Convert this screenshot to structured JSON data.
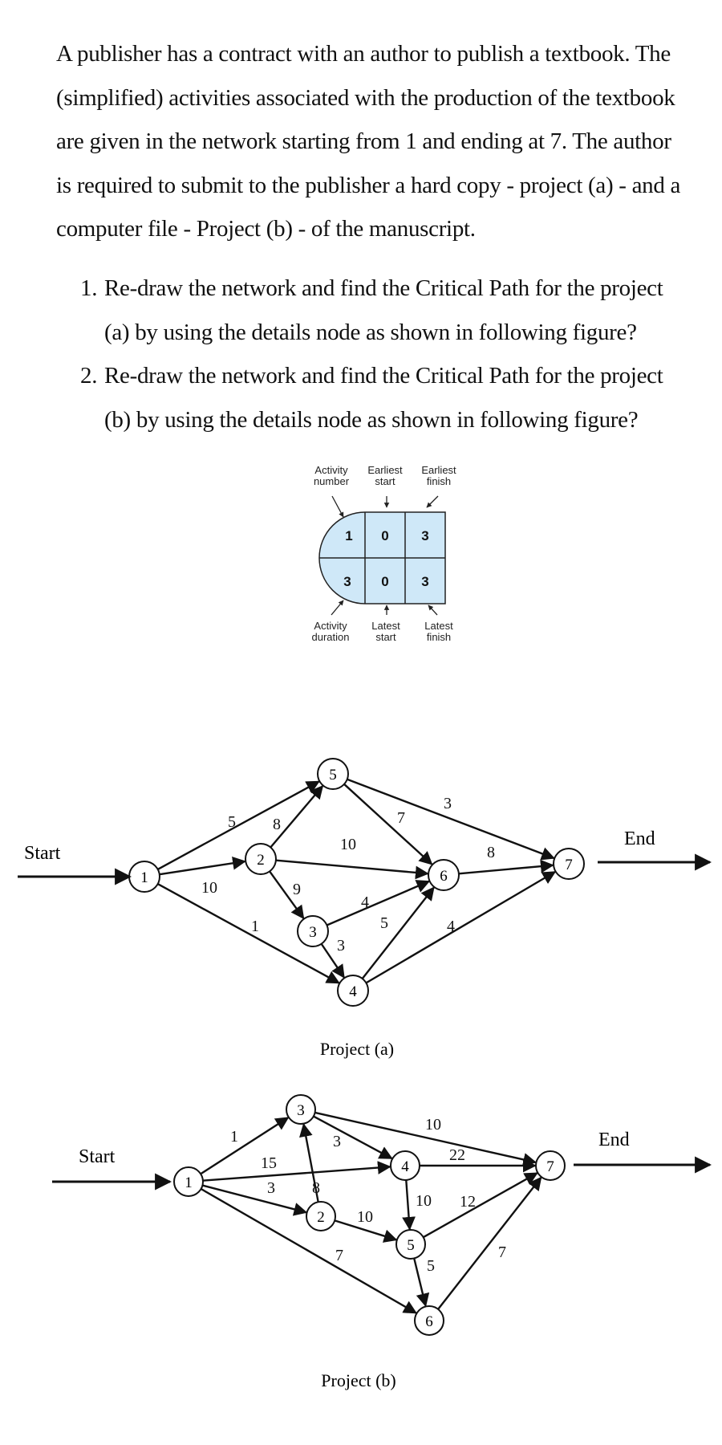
{
  "intro_text": "A publisher has a contract with an author to publish a textbook. The (simplified) activities associated with the production of the textbook are given in the network starting from 1 and ending at 7. The author is required to submit to the publisher a hard copy - project (a) - and a computer file - Project (b) - of the manuscript.",
  "questions": [
    {
      "number": "1.",
      "text": "Re-draw the network and find the Critical Path for the project (a) by using the details node as shown in following figure?"
    },
    {
      "number": "2.",
      "text": "Re-draw the network and find the Critical Path for the project (b) by using the details node as shown in following figure?"
    }
  ],
  "legend": {
    "top_labels": [
      {
        "line1": "Activity",
        "line2": "number"
      },
      {
        "line1": "Earliest",
        "line2": "start"
      },
      {
        "line1": "Earliest",
        "line2": "finish"
      }
    ],
    "bottom_labels": [
      {
        "line1": "Activity",
        "line2": "duration"
      },
      {
        "line1": "Latest",
        "line2": "start"
      },
      {
        "line1": "Latest",
        "line2": "finish"
      }
    ],
    "top_row": [
      "1",
      "0",
      "3"
    ],
    "bottom_row": [
      "3",
      "0",
      "3"
    ],
    "fill_color": "#cfe8f8"
  },
  "project_a": {
    "title": "Project (a)",
    "start_label": "Start",
    "end_label": "End",
    "nodes": [
      "1",
      "2",
      "3",
      "4",
      "5",
      "6",
      "7"
    ],
    "edges": [
      {
        "from": "1",
        "to": "5",
        "label": "5"
      },
      {
        "from": "1",
        "to": "2",
        "label": "10"
      },
      {
        "from": "1",
        "to": "4",
        "label": "1"
      },
      {
        "from": "2",
        "to": "5",
        "label": "8"
      },
      {
        "from": "2",
        "to": "6",
        "label": "10"
      },
      {
        "from": "2",
        "to": "3",
        "label": "9"
      },
      {
        "from": "3",
        "to": "6",
        "label": "4"
      },
      {
        "from": "3",
        "to": "4",
        "label": "3"
      },
      {
        "from": "4",
        "to": "6",
        "label": "5"
      },
      {
        "from": "4",
        "to": "7",
        "label": "4"
      },
      {
        "from": "5",
        "to": "6",
        "label": "7"
      },
      {
        "from": "5",
        "to": "7",
        "label": "3"
      },
      {
        "from": "6",
        "to": "7",
        "label": "8"
      }
    ]
  },
  "project_b": {
    "title": "Project (b)",
    "start_label": "Start",
    "end_label": "End",
    "nodes": [
      "1",
      "2",
      "3",
      "4",
      "5",
      "6",
      "7"
    ],
    "edges": [
      {
        "from": "1",
        "to": "3",
        "label": "1"
      },
      {
        "from": "1",
        "to": "4",
        "label": "15"
      },
      {
        "from": "1",
        "to": "2",
        "label": "3"
      },
      {
        "from": "1",
        "to": "6",
        "label": "7"
      },
      {
        "from": "2",
        "to": "3",
        "label": "8"
      },
      {
        "from": "2",
        "to": "5",
        "label": "10"
      },
      {
        "from": "3",
        "to": "4",
        "label": "3"
      },
      {
        "from": "3",
        "to": "7",
        "label": "10"
      },
      {
        "from": "4",
        "to": "7",
        "label": "22"
      },
      {
        "from": "4",
        "to": "5",
        "label": "10"
      },
      {
        "from": "5",
        "to": "7",
        "label": "12"
      },
      {
        "from": "5",
        "to": "6",
        "label": "5"
      },
      {
        "from": "6",
        "to": "7",
        "label": "7"
      }
    ]
  }
}
